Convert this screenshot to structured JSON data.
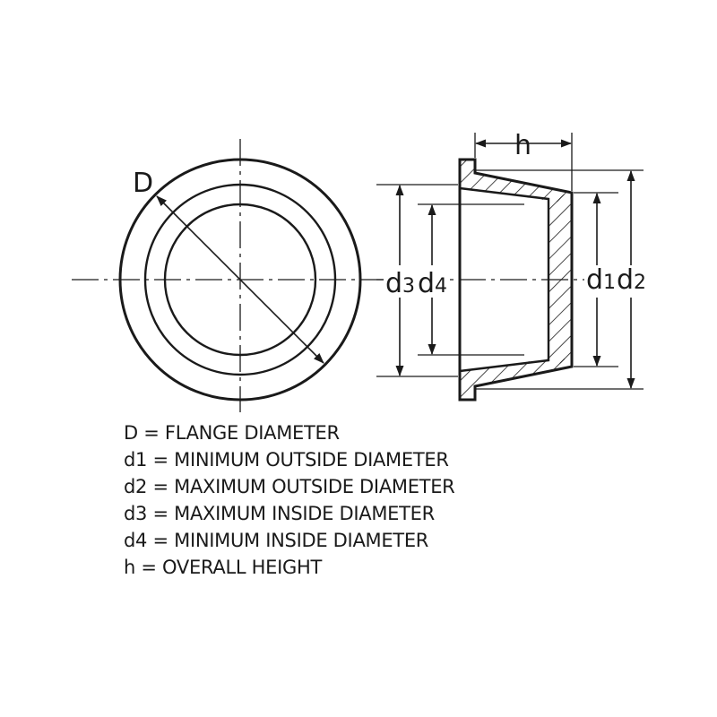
{
  "labels": {
    "D": "D",
    "h": "h",
    "d1": "d",
    "d1_sub": "1",
    "d2": "d",
    "d2_sub": "2",
    "d3": "d",
    "d3_sub": "3",
    "d4": "d",
    "d4_sub": "4"
  },
  "legend": [
    "D = FLANGE DIAMETER",
    "d1 = MINIMUM OUTSIDE DIAMETER",
    "d2 = MAXIMUM OUTSIDE DIAMETER",
    "d3 = MAXIMUM INSIDE DIAMETER",
    "d4 = MINIMUM INSIDE DIAMETER",
    "h = OVERALL HEIGHT"
  ]
}
